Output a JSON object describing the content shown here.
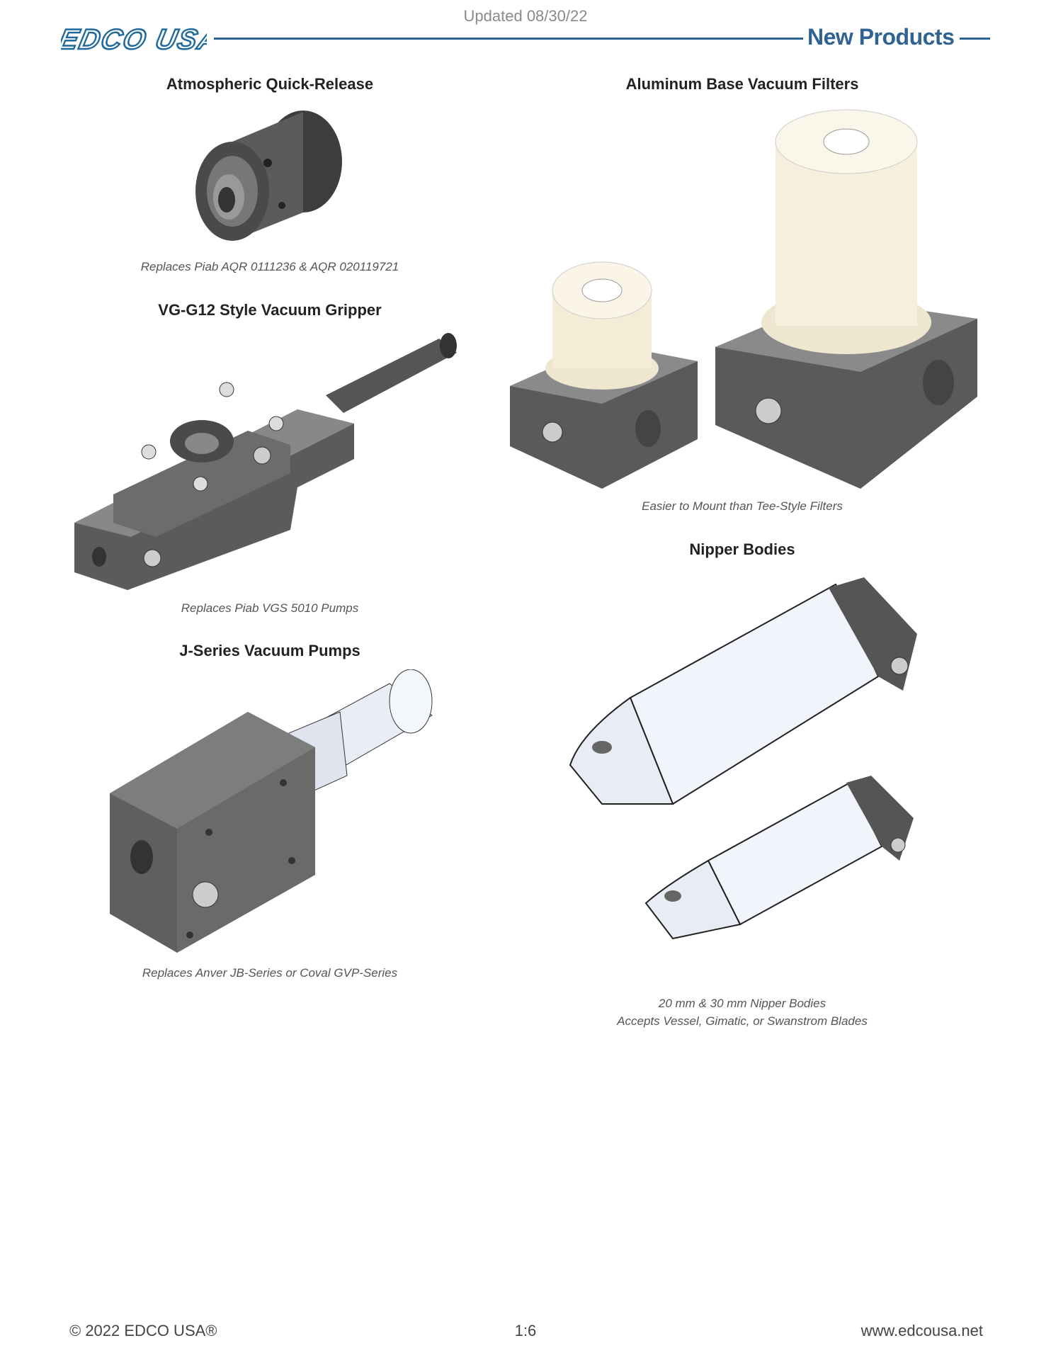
{
  "header": {
    "updated": "Updated 08/30/22",
    "logo_text": "EDCO USA",
    "section": "New Products",
    "brand_color": "#2e6392"
  },
  "products": [
    {
      "title": "Atmospheric Quick-Release",
      "caption": "Replaces Piab AQR 0111236 & AQR 020119721"
    },
    {
      "title": "Aluminum Base Vacuum Filters",
      "caption": "Easier to Mount than Tee-Style Filters"
    },
    {
      "title": "VG-G12 Style Vacuum Gripper",
      "caption": "Replaces Piab VGS 5010 Pumps"
    },
    {
      "title": "Nipper Bodies",
      "caption": "20 mm & 30 mm Nipper Bodies",
      "caption2": "Accepts Vessel, Gimatic, or Swanstrom Blades"
    },
    {
      "title": "J-Series Vacuum Pumps",
      "caption": "Replaces Anver JB-Series or Coval GVP-Series"
    }
  ],
  "footer": {
    "copyright": "© 2022 EDCO USA®",
    "page": "1:6",
    "website": "www.edcousa.net"
  }
}
